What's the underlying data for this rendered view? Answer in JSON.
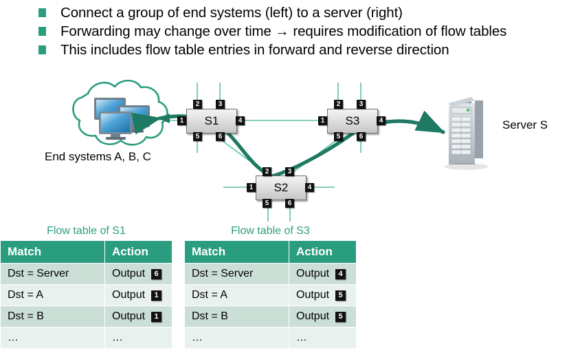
{
  "slide": {
    "bullets": [
      "Connect a group of end systems (left) to a server (right)",
      "Forwarding may change over time → requires modification of flow tables",
      "This includes flow table entries in forward and reverse direction"
    ]
  },
  "diagram": {
    "end_systems_label": "End systems A, B, C",
    "server_label": "Server S",
    "switches": [
      {
        "name": "S1",
        "ports": [
          "1",
          "2",
          "3",
          "4",
          "5",
          "6"
        ]
      },
      {
        "name": "S3",
        "ports": [
          "1",
          "2",
          "3",
          "4",
          "5",
          "6"
        ]
      },
      {
        "name": "S2",
        "ports": [
          "1",
          "2",
          "3",
          "4",
          "5",
          "6"
        ]
      }
    ],
    "colors": {
      "accent": "#2a9d7f",
      "link": "#5bbfa6",
      "flow_path": "#1e7a63"
    }
  },
  "tables": [
    {
      "title": "Flow table of S1",
      "columns": [
        "Match",
        "Action"
      ],
      "rows": [
        {
          "match": "Dst = Server",
          "action": "Output",
          "port": "6"
        },
        {
          "match": "Dst = A",
          "action": "Output",
          "port": "1"
        },
        {
          "match": "Dst = B",
          "action": "Output",
          "port": "1"
        },
        {
          "match": "…",
          "action": "…",
          "port": ""
        }
      ]
    },
    {
      "title": "Flow table of S3",
      "columns": [
        "Match",
        "Action"
      ],
      "rows": [
        {
          "match": "Dst = Server",
          "action": "Output",
          "port": "4"
        },
        {
          "match": "Dst = A",
          "action": "Output",
          "port": "5"
        },
        {
          "match": "Dst = B",
          "action": "Output",
          "port": "5"
        },
        {
          "match": "…",
          "action": "…",
          "port": ""
        }
      ]
    }
  ]
}
